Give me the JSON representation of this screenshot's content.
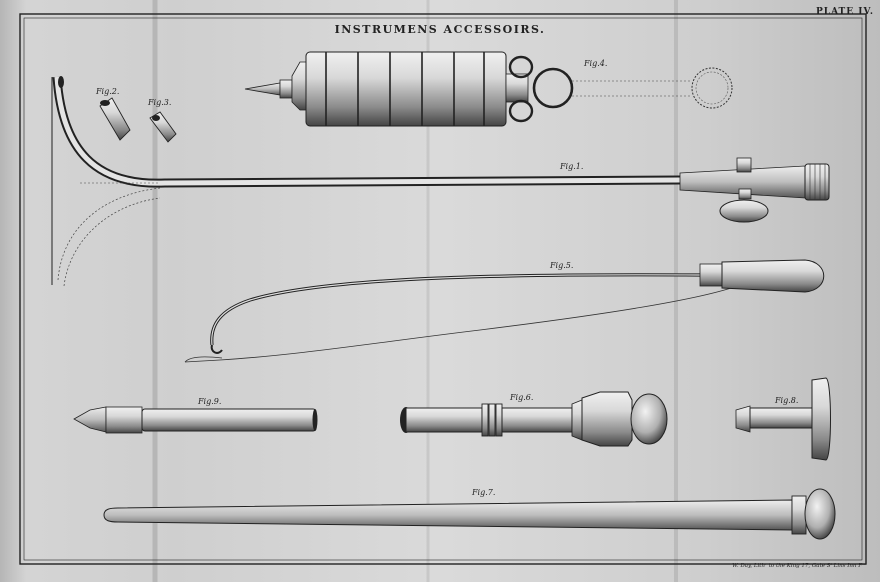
{
  "plate": {
    "title": "INSTRUMENS ACCESSOIRS.",
    "plate_number": "PLATE IV.",
    "imprint": "W. Day, Lithʳ to the King 17, Gate Sᵗ Lins Inn Fᵉˢ"
  },
  "figures": [
    {
      "id": "fig1",
      "label": "Fig.1."
    },
    {
      "id": "fig2",
      "label": "Fig.2."
    },
    {
      "id": "fig3",
      "label": "Fig.3."
    },
    {
      "id": "fig4",
      "label": "Fig.4."
    },
    {
      "id": "fig5",
      "label": "Fig.5."
    },
    {
      "id": "fig6",
      "label": "Fig.6."
    },
    {
      "id": "fig7",
      "label": "Fig.7."
    },
    {
      "id": "fig8",
      "label": "Fig.8."
    },
    {
      "id": "fig9",
      "label": "Fig.9."
    }
  ],
  "colors": {
    "paper": "#c9c9c9",
    "ink": "#222222",
    "shade": "#9a9a9a"
  }
}
